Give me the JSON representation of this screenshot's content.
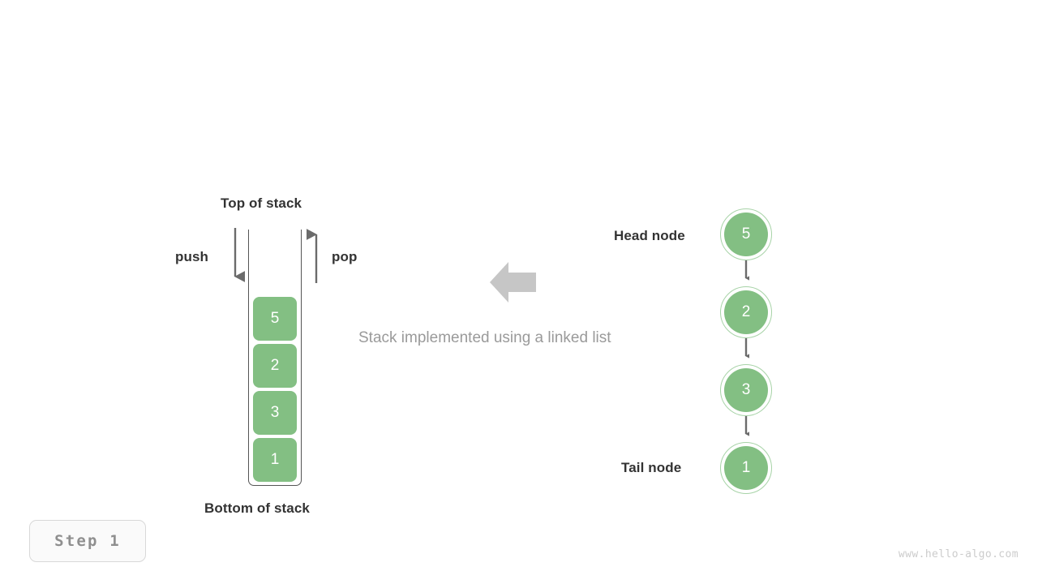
{
  "diagram": {
    "caption": "Stack implemented using a linked list",
    "step_badge": "Step 1",
    "watermark": "www.hello-algo.com",
    "colors": {
      "node_fill": "#83bf83",
      "node_ring": "#a7d3a7",
      "node_text": "#ffffff",
      "container_stroke": "#555555",
      "arrow_gray": "#6b6b6b",
      "transition_arrow": "#c6c6c6",
      "label_text": "#333333",
      "caption_text": "#9a9a9a",
      "badge_text": "#8f8f8f",
      "background": "#ffffff"
    }
  },
  "stack": {
    "top_label": "Top of stack",
    "bottom_label": "Bottom of stack",
    "push_label": "push",
    "pop_label": "pop",
    "items_top_to_bottom": [
      "5",
      "2",
      "3",
      "1"
    ]
  },
  "linked_list": {
    "head_label": "Head node",
    "tail_label": "Tail node",
    "nodes": [
      "5",
      "2",
      "3",
      "1"
    ]
  }
}
